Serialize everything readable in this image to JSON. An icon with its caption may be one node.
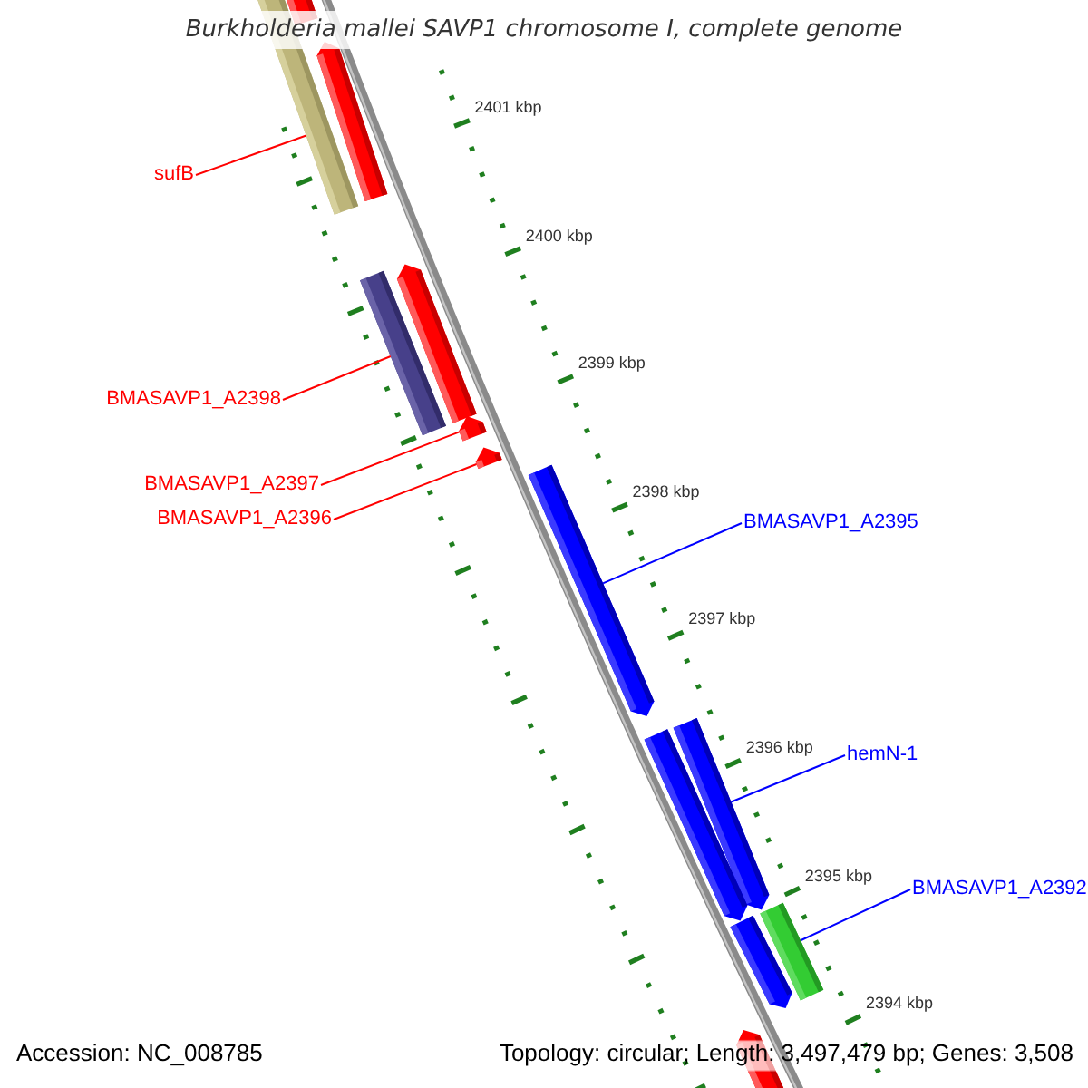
{
  "diagram": {
    "title": "Burkholderia mallei SAVP1 chromosome I, complete genome",
    "nodes": [
      {
        "text": [
          "sufB"
        ]
      },
      {
        "text": [
          "BMASAVP1_A2398"
        ]
      },
      {
        "text": [
          "BMASAVP1_A2397"
        ]
      },
      {
        "text": [
          "BMASAVP1_A2396"
        ]
      },
      {
        "text": [
          "BMASAVP1_A2395"
        ]
      },
      {
        "text": [
          "hemN-1"
        ]
      },
      {
        "text": [
          "BMASAVP1_A2392"
        ]
      },
      {
        "text": [],
        "shape": "bar"
      },
      {
        "text": [],
        "shape": "bar"
      },
      {
        "text": [],
        "shape": "bar"
      },
      {
        "text": [],
        "shape": "bar"
      },
      {
        "text": [],
        "shape": "bar"
      },
      {
        "text": [],
        "shape": "bar"
      },
      {
        "text": [],
        "shape": "bar"
      },
      {
        "text": [],
        "shape": "bar"
      },
      {
        "text": [],
        "shape": "bar"
      },
      {
        "text": [],
        "shape": "bar"
      },
      {
        "text": [],
        "shape": "bar"
      },
      {
        "text": [],
        "shape": "bar"
      },
      {
        "text": [],
        "shape": "bar"
      }
    ],
    "edges": [
      {
        "from": 0,
        "to": 7,
        "arrow": "none"
      },
      {
        "from": 1,
        "to": 10,
        "arrow": "none"
      },
      {
        "from": 2,
        "to": 12,
        "arrow": "none"
      },
      {
        "from": 3,
        "to": 13,
        "arrow": "none"
      },
      {
        "from": 4,
        "to": 14,
        "arrow": "none",
        "color": "#0000ff"
      },
      {
        "from": 5,
        "to": 15,
        "arrow": "none",
        "color": "#0000ff"
      },
      {
        "from": 6,
        "to": 17,
        "arrow": "none",
        "color": "#0000ff"
      }
    ],
    "labels": [
      "2401 kbp",
      "2400 kbp",
      "2399 kbp",
      "2398 kbp",
      "2397 kbp",
      "2396 kbp",
      "2395 kbp",
      "2394 kbp",
      "Accession: NC_008785",
      "Topology: circular; Length: 3,497,479 bp; Genes: 3,508"
    ]
  }
}
